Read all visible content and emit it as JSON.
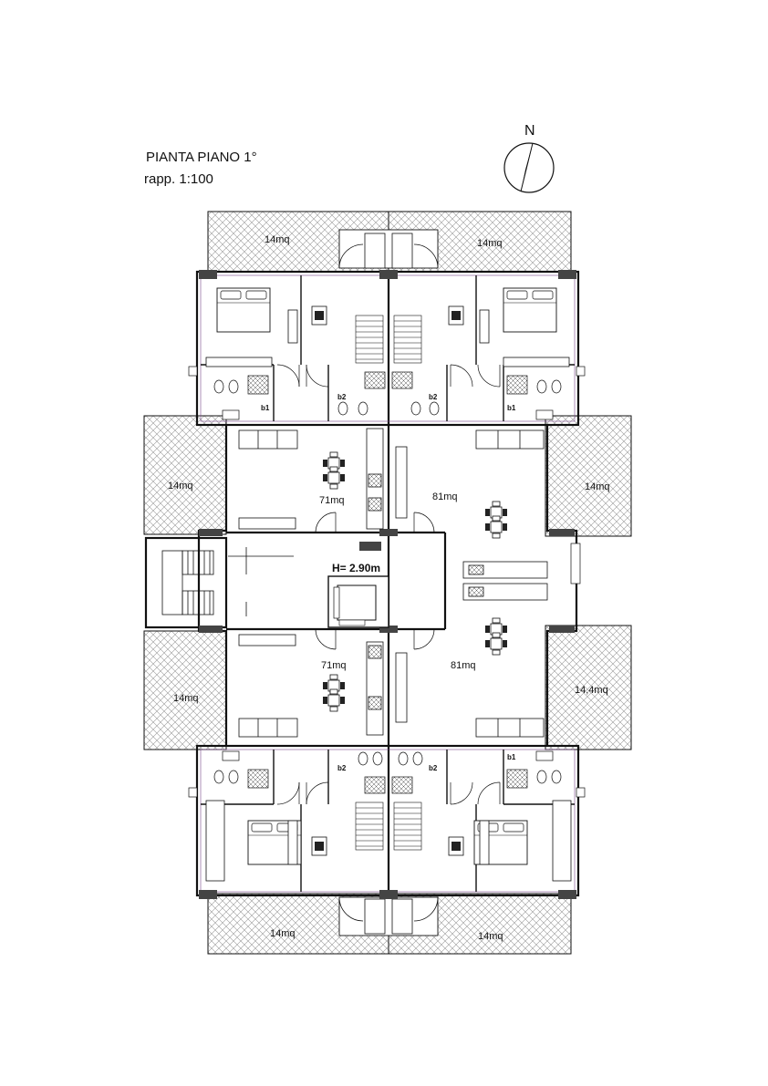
{
  "drawing": {
    "title": "PIANTA PIANO 1°",
    "scale": "rapp. 1:100",
    "north_label": "N",
    "height_label": "H= 2.90m"
  },
  "terraces": {
    "top_left": "14mq",
    "top_right": "14mq",
    "left_upper": "14mq",
    "right_upper": "14mq",
    "left_lower": "14mq",
    "right_lower": "14,4mq",
    "bottom_left": "14mq",
    "bottom_right": "14mq"
  },
  "apartments": {
    "upper_left": "71mq",
    "upper_right": "81mq",
    "lower_left": "71mq",
    "lower_right": "81mq"
  },
  "bathrooms": {
    "b1_upper_left": "b1",
    "b2_upper_left": "b2",
    "b2_upper_right": "b2",
    "b1_upper_right": "b1",
    "b2_lower_left": "b2",
    "b2_lower_right": "b2",
    "b1_lower_right": "b1"
  }
}
